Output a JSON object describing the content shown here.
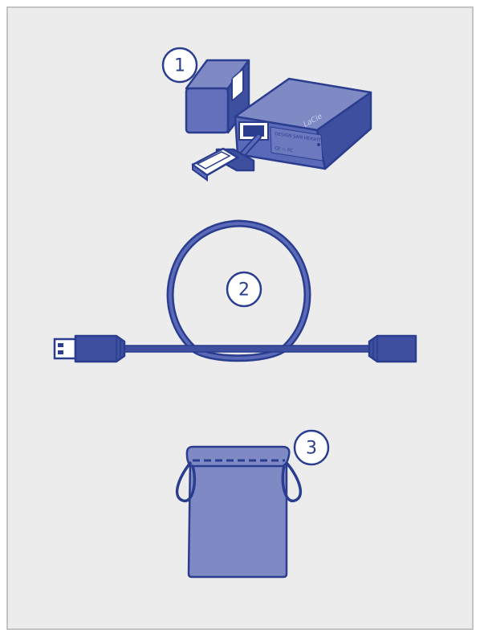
{
  "callouts": {
    "c1": "1",
    "c2": "2",
    "c3": "3"
  },
  "drive": {
    "brand": "LaCie",
    "label_line1": "DESIGN SAM HEIGHT",
    "label_line2": "CE ♲ FC"
  },
  "colors": {
    "outline": "#2a3d8f",
    "fill": "#5a6ab8",
    "fill_dark": "#3f4f9f",
    "fill_light": "#7f8ac4",
    "background": "#ececec",
    "border": "#c4c4c4"
  },
  "icons": [
    "usb-protective-cap",
    "portable-hard-drive",
    "usb-cable",
    "carrying-pouch"
  ]
}
